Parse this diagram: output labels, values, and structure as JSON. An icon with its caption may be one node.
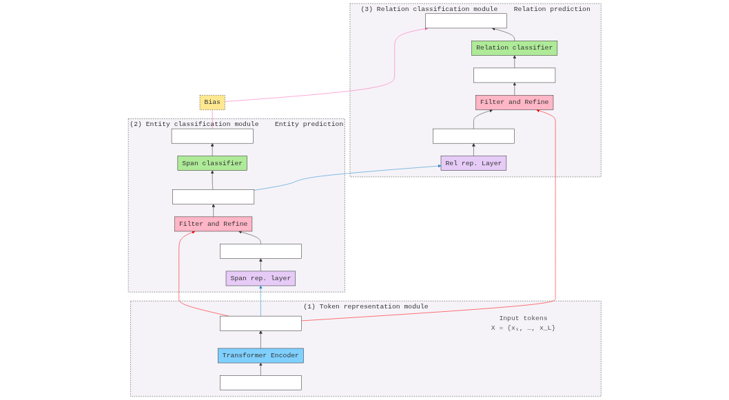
{
  "diagram": {
    "nodes": [
      {
        "text": [
          "(1) Token representation module"
        ]
      },
      {
        "text": [],
        "shape": "box",
        "in": 0
      },
      {
        "text": [
          "Transformer Encoder"
        ],
        "in": 0
      },
      {
        "text": [],
        "shape": "box",
        "in": 0,
        "beside": [
          "Input tokens",
          "X = {x₁, …, x_L}"
        ]
      },
      {
        "text": [
          "(2) Entity classification module",
          "Entity prediction"
        ]
      },
      {
        "text": [],
        "shape": "box",
        "in": 4
      },
      {
        "text": [
          "Span classifier"
        ],
        "in": 4
      },
      {
        "text": [],
        "shape": "box",
        "in": 4
      },
      {
        "text": [
          "Filter and Refine"
        ],
        "in": 4
      },
      {
        "text": [],
        "shape": "box",
        "in": 4
      },
      {
        "text": [
          "Span rep. layer"
        ],
        "in": 4
      },
      {
        "text": [
          "Bias"
        ]
      },
      {
        "text": [
          "(3) Relation classification module",
          "Relation prediction"
        ]
      },
      {
        "text": [],
        "shape": "box",
        "in": 12
      },
      {
        "text": [
          "Relation classifier"
        ],
        "in": 12
      },
      {
        "text": [],
        "shape": "box",
        "in": 12
      },
      {
        "text": [
          "Filter and Refine"
        ],
        "in": 12
      },
      {
        "text": [],
        "shape": "box",
        "in": 12
      },
      {
        "text": [
          "Rel rep. Layer"
        ],
        "in": 12
      }
    ],
    "edges": [
      {
        "from": 3,
        "to": 2,
        "arrow": "to"
      },
      {
        "from": 2,
        "to": 1,
        "arrow": "to"
      },
      {
        "from": 1,
        "to": 8,
        "arrow": "to",
        "color": "#ff0000"
      },
      {
        "from": 1,
        "to": 10,
        "arrow": "to",
        "color": "#1e88d0"
      },
      {
        "from": 10,
        "to": 9,
        "arrow": "to"
      },
      {
        "from": 9,
        "to": 8,
        "arrow": "to"
      },
      {
        "from": 8,
        "to": 7,
        "arrow": "to"
      },
      {
        "from": 7,
        "to": 6,
        "arrow": "to"
      },
      {
        "from": 6,
        "to": 5,
        "arrow": "to"
      },
      {
        "from": 5,
        "to": 11,
        "arrow": "none",
        "color": "#ff5eb4"
      },
      {
        "from": 11,
        "to": 13,
        "arrow": "to",
        "color": "#ff5eb4"
      },
      {
        "from": 1,
        "to": 16,
        "arrow": "to",
        "color": "#ff0000"
      },
      {
        "from": 7,
        "to": 18,
        "arrow": "to",
        "color": "#1e88d0"
      },
      {
        "from": 18,
        "to": 17,
        "arrow": "to"
      },
      {
        "from": 17,
        "to": 16,
        "arrow": "to"
      },
      {
        "from": 16,
        "to": 15,
        "arrow": "to"
      },
      {
        "from": 15,
        "to": 14,
        "arrow": "to"
      },
      {
        "from": 14,
        "to": 13,
        "arrow": "to"
      }
    ]
  }
}
